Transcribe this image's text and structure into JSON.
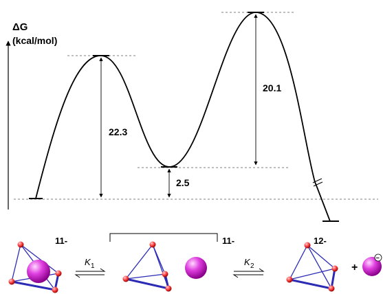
{
  "axis": {
    "title_line1": "ΔG",
    "title_line2": "(kcal/mol)"
  },
  "energy_labels": {
    "barrier_1": "22.3",
    "intermediate": "2.5",
    "barrier_2": "20.1"
  },
  "species": {
    "left": "11-",
    "middle": "11-",
    "right": "12-"
  },
  "equilibria": {
    "k1_symbol": "K",
    "k1_subscript": "1",
    "k2_symbol": "K",
    "k2_subscript": "2"
  },
  "plus_sign": "+",
  "charge_symbol": "−",
  "colors": {
    "line": "#000000",
    "cage_bond": "#2b2bb5",
    "vertex_atom": "#e63c3c",
    "guest_sphere": "#d81ed8"
  }
}
